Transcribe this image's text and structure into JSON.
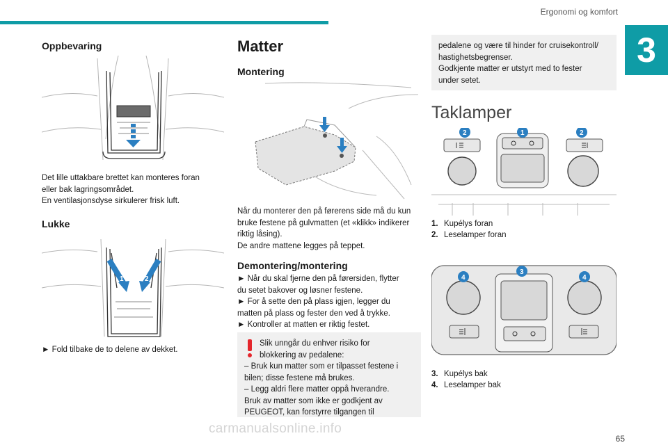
{
  "header": {
    "section_title": "Ergonomi og komfort",
    "chapter_number": "3"
  },
  "oppbevaring": {
    "title": "Oppbevaring",
    "text_lines": [
      "Det lille uttakbare brettet kan monteres foran",
      "eller bak lagringsområdet.",
      "En ventilasjonsdyse sirkulerer frisk luft."
    ]
  },
  "lukke": {
    "title": "Lukke",
    "step": "► Fold tilbake de to delene av dekket.",
    "callouts": [
      "1",
      "2"
    ]
  },
  "matter": {
    "title": "Matter",
    "montering": {
      "title": "Montering",
      "text_lines": [
        "Når du monterer den på førerens side må du kun",
        "bruke festene på gulvmatten (et «klikk» indikerer",
        "riktig låsing).",
        "De andre mattene legges på teppet."
      ]
    },
    "demontering": {
      "title": "Demontering/montering",
      "lines": [
        "► Når du skal fjerne den på førersiden, flytter",
        "du setet bakover og løsner festene.",
        "► For å sette den på plass igjen, legger du",
        "matten på plass og fester den ved å trykke.",
        "► Kontroller at matten er riktig festet."
      ]
    },
    "warning": {
      "first_lines": [
        "Slik unngår du enhver risiko for",
        "blokkering av pedalene:"
      ],
      "lines": [
        "– Bruk kun matter som er tilpasset festene i",
        "bilen; disse festene må brukes.",
        "– Legg aldri flere matter oppå hverandre.",
        "Bruk av matter som ikke er godkjent av",
        "PEUGEOT, kan forstyrre tilgangen til"
      ]
    },
    "continued_lines": [
      "pedalene og være til hinder for cruisekontroll/",
      "hastighetsbegrenser.",
      "Godkjente matter er utstyrt med to fester",
      "under setet."
    ]
  },
  "taklamper": {
    "title": "Taklamper",
    "front_callouts": [
      "2",
      "1",
      "2"
    ],
    "front_legend": [
      {
        "num": "1.",
        "label": "Kupélys foran"
      },
      {
        "num": "2.",
        "label": "Leselamper foran"
      }
    ],
    "rear_callouts": [
      "4",
      "3",
      "4"
    ],
    "rear_legend": [
      {
        "num": "3.",
        "label": "Kupélys bak"
      },
      {
        "num": "4.",
        "label": "Leselamper bak"
      }
    ]
  },
  "footer": {
    "page_number": "65",
    "watermark": "carmanualsonline.info"
  },
  "colors": {
    "accent": "#0f9ca6",
    "callout": "#2b7fc1",
    "warning": "#e4262c",
    "box_bg": "#f0f0f0"
  }
}
